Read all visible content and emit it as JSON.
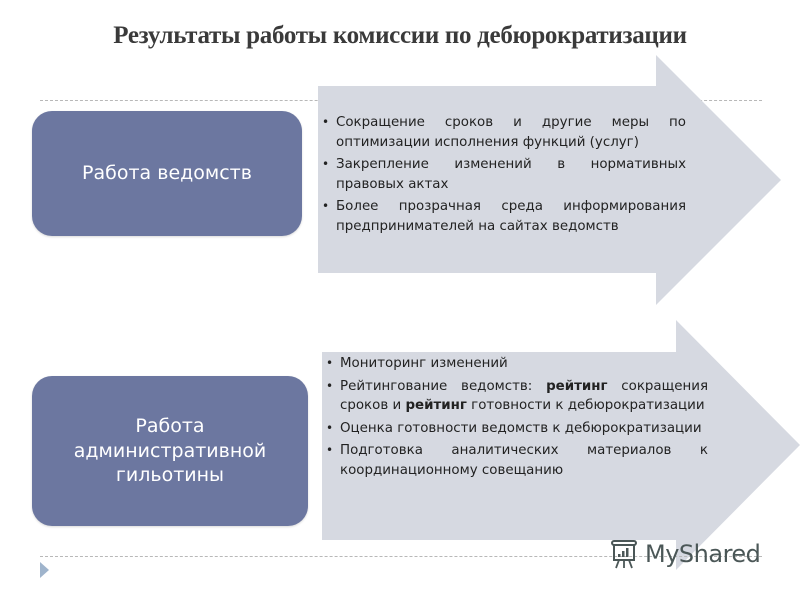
{
  "slide": {
    "title": "Результаты работы комиссии по дебюрократизации",
    "colors": {
      "box": "#6c77a0",
      "arrow": "#d6d9e1",
      "title": "#3a3a3a",
      "nav": "#9fb4cc"
    },
    "sections": [
      {
        "box_label": "Работа ведомств",
        "bullets": [
          {
            "text": "Сокращение сроков и другие меры по оптимизации исполнения функций (услуг)"
          },
          {
            "text": "Закрепление изменений в нормативных правовых актах"
          },
          {
            "text": "Более прозрачная среда информирования предпринимателей на сайтах ведомств"
          }
        ]
      },
      {
        "box_label_lines": [
          "Работа",
          "административной",
          "гильотины"
        ],
        "bullets": [
          {
            "text": "Мониторинг изменений"
          },
          {
            "parts": [
              "Рейтингование ведомств: ",
              "рейтинг",
              " сокращения сроков и ",
              "рейтинг",
              " готовности к дебюрократизации"
            ]
          },
          {
            "text": "Оценка готовности ведомств к дебюрократизации"
          },
          {
            "text": "Подготовка аналитических материалов к координационному совещанию"
          }
        ]
      }
    ],
    "watermark": {
      "icon": "presentation-board-icon",
      "text": "MyShared"
    },
    "nav": {
      "icon": "play-triangle-icon"
    }
  }
}
